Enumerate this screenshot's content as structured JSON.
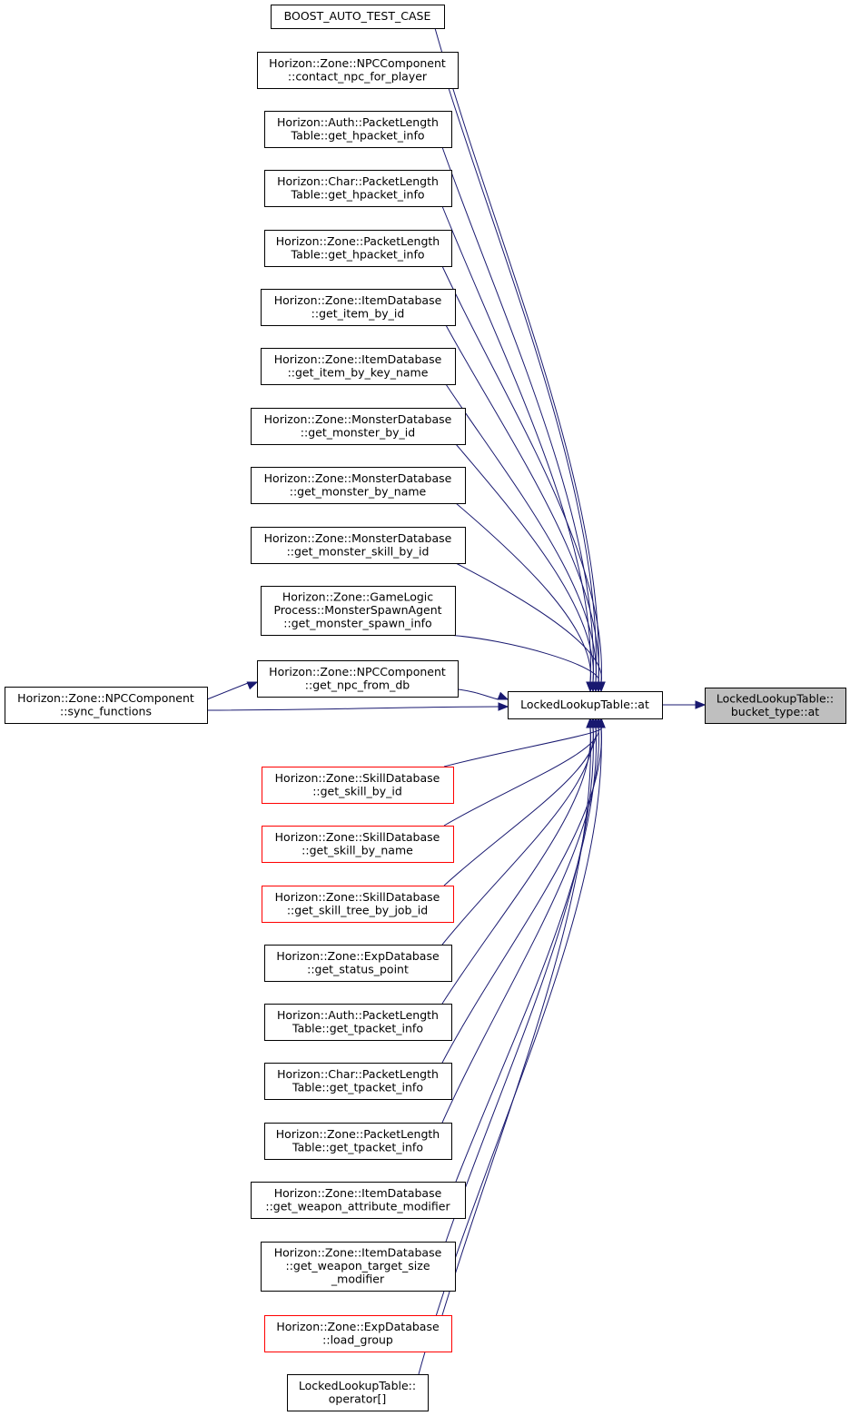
{
  "colors": {
    "edge": "#191970",
    "node_border": "#000000",
    "node_border_truncated": "#ff0000",
    "focus_fill": "#bfbfbf"
  },
  "nodes": {
    "bucket_type_at": {
      "lines": [
        "LockedLookupTable::",
        "bucket_type::at"
      ],
      "focus": true
    },
    "at": {
      "lines": [
        "LockedLookupTable::at"
      ]
    },
    "boost_test": {
      "lines": [
        "BOOST_AUTO_TEST_CASE"
      ]
    },
    "contact_npc": {
      "lines": [
        "Horizon::Zone::NPCComponent",
        "::contact_npc_for_player"
      ]
    },
    "auth_hpacket": {
      "lines": [
        "Horizon::Auth::PacketLength",
        "Table::get_hpacket_info"
      ]
    },
    "char_hpacket": {
      "lines": [
        "Horizon::Char::PacketLength",
        "Table::get_hpacket_info"
      ]
    },
    "zone_hpacket": {
      "lines": [
        "Horizon::Zone::PacketLength",
        "Table::get_hpacket_info"
      ]
    },
    "item_by_id": {
      "lines": [
        "Horizon::Zone::ItemDatabase",
        "::get_item_by_id"
      ]
    },
    "item_by_key": {
      "lines": [
        "Horizon::Zone::ItemDatabase",
        "::get_item_by_key_name"
      ]
    },
    "monster_by_id": {
      "lines": [
        "Horizon::Zone::MonsterDatabase",
        "::get_monster_by_id"
      ]
    },
    "monster_by_name": {
      "lines": [
        "Horizon::Zone::MonsterDatabase",
        "::get_monster_by_name"
      ]
    },
    "monster_skill": {
      "lines": [
        "Horizon::Zone::MonsterDatabase",
        "::get_monster_skill_by_id"
      ]
    },
    "spawn_info": {
      "lines": [
        "Horizon::Zone::GameLogic",
        "Process::MonsterSpawnAgent",
        "::get_monster_spawn_info"
      ]
    },
    "npc_from_db": {
      "lines": [
        "Horizon::Zone::NPCComponent",
        "::get_npc_from_db"
      ]
    },
    "sync_functions": {
      "lines": [
        "Horizon::Zone::NPCComponent",
        "::sync_functions"
      ]
    },
    "skill_by_id": {
      "lines": [
        "Horizon::Zone::SkillDatabase",
        "::get_skill_by_id"
      ],
      "truncated": true
    },
    "skill_by_name": {
      "lines": [
        "Horizon::Zone::SkillDatabase",
        "::get_skill_by_name"
      ],
      "truncated": true
    },
    "skill_tree": {
      "lines": [
        "Horizon::Zone::SkillDatabase",
        "::get_skill_tree_by_job_id"
      ],
      "truncated": true
    },
    "status_point": {
      "lines": [
        "Horizon::Zone::ExpDatabase",
        "::get_status_point"
      ]
    },
    "auth_tpacket": {
      "lines": [
        "Horizon::Auth::PacketLength",
        "Table::get_tpacket_info"
      ]
    },
    "char_tpacket": {
      "lines": [
        "Horizon::Char::PacketLength",
        "Table::get_tpacket_info"
      ]
    },
    "zone_tpacket": {
      "lines": [
        "Horizon::Zone::PacketLength",
        "Table::get_tpacket_info"
      ]
    },
    "weapon_attr": {
      "lines": [
        "Horizon::Zone::ItemDatabase",
        "::get_weapon_attribute_modifier"
      ]
    },
    "weapon_size": {
      "lines": [
        "Horizon::Zone::ItemDatabase",
        "::get_weapon_target_size",
        "_modifier"
      ]
    },
    "load_group": {
      "lines": [
        "Horizon::Zone::ExpDatabase",
        "::load_group"
      ],
      "truncated": true
    },
    "operator_idx": {
      "lines": [
        "LockedLookupTable::",
        "operator[]"
      ]
    }
  },
  "edges": [
    [
      "at",
      "bucket_type_at"
    ],
    [
      "boost_test",
      "at"
    ],
    [
      "contact_npc",
      "at"
    ],
    [
      "auth_hpacket",
      "at"
    ],
    [
      "char_hpacket",
      "at"
    ],
    [
      "zone_hpacket",
      "at"
    ],
    [
      "item_by_id",
      "at"
    ],
    [
      "item_by_key",
      "at"
    ],
    [
      "monster_by_id",
      "at"
    ],
    [
      "monster_by_name",
      "at"
    ],
    [
      "monster_skill",
      "at"
    ],
    [
      "spawn_info",
      "at"
    ],
    [
      "npc_from_db",
      "at"
    ],
    [
      "sync_functions",
      "npc_from_db"
    ],
    [
      "sync_functions",
      "at"
    ],
    [
      "skill_by_id",
      "at"
    ],
    [
      "skill_by_name",
      "at"
    ],
    [
      "skill_tree",
      "at"
    ],
    [
      "status_point",
      "at"
    ],
    [
      "auth_tpacket",
      "at"
    ],
    [
      "char_tpacket",
      "at"
    ],
    [
      "zone_tpacket",
      "at"
    ],
    [
      "weapon_attr",
      "at"
    ],
    [
      "weapon_size",
      "at"
    ],
    [
      "load_group",
      "at"
    ],
    [
      "operator_idx",
      "at"
    ]
  ]
}
